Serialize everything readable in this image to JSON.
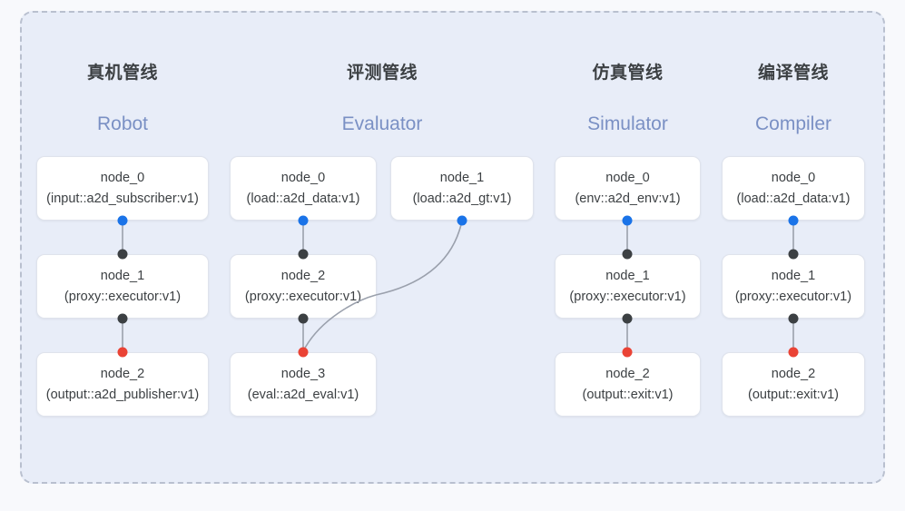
{
  "panel": {
    "background": "#e8edf8",
    "border_color": "#b9c0cf",
    "border_style": "dashed"
  },
  "palette": {
    "port_output": "#1a73e8",
    "port_input": "#3c4043",
    "port_terminal": "#ea4335",
    "edge": "#9aa0ac",
    "node_text": "#3c4043",
    "subtitle": "#7a90c4"
  },
  "columns": [
    {
      "id": "robot",
      "title": "真机管线",
      "subtitle": "Robot",
      "nodes": [
        {
          "name": "node_0",
          "type": "(input::a2d_subscriber:v1)"
        },
        {
          "name": "node_1",
          "type": "(proxy::executor:v1)"
        },
        {
          "name": "node_2",
          "type": "(output::a2d_publisher:v1)"
        }
      ]
    },
    {
      "id": "evaluator",
      "title": "评测管线",
      "subtitle": "Evaluator",
      "nodes": [
        {
          "name": "node_0",
          "type": "(load::a2d_data:v1)"
        },
        {
          "name": "node_2",
          "type": "(proxy::executor:v1)"
        },
        {
          "name": "node_3",
          "type": "(eval::a2d_eval:v1)"
        }
      ],
      "aside_nodes": [
        {
          "name": "node_1",
          "type": "(load::a2d_gt:v1)"
        }
      ]
    },
    {
      "id": "simulator",
      "title": "仿真管线",
      "subtitle": "Simulator",
      "nodes": [
        {
          "name": "node_0",
          "type": "(env::a2d_env:v1)"
        },
        {
          "name": "node_1",
          "type": "(proxy::executor:v1)"
        },
        {
          "name": "node_2",
          "type": "(output::exit:v1)"
        }
      ]
    },
    {
      "id": "compiler",
      "title": "编译管线",
      "subtitle": "Compiler",
      "nodes": [
        {
          "name": "node_0",
          "type": "(load::a2d_data:v1)"
        },
        {
          "name": "node_1",
          "type": "(proxy::executor:v1)"
        },
        {
          "name": "node_2",
          "type": "(output::exit:v1)"
        }
      ]
    }
  ]
}
